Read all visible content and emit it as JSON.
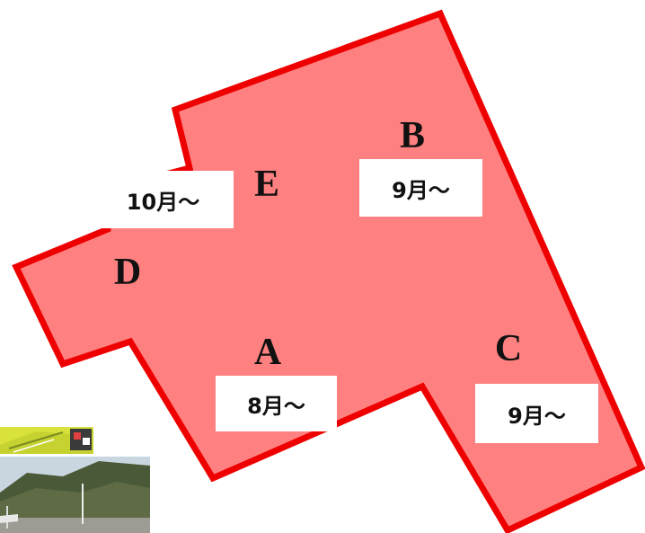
{
  "colors": {
    "area_fill": "#ff8080",
    "area_stroke": "#ee0000",
    "label_bg": "#ffffff"
  },
  "zones": [
    {
      "id": "A",
      "letter": "A",
      "start": "8月～"
    },
    {
      "id": "B",
      "letter": "B",
      "start": "9月～"
    },
    {
      "id": "C",
      "letter": "C",
      "start": "9月～"
    },
    {
      "id": "D",
      "letter": "D"
    },
    {
      "id": "E",
      "letter": "E",
      "start": "10月～"
    }
  ],
  "photos": [
    {
      "name": "construction-plan-thumbnail"
    },
    {
      "name": "mountain-site-photo"
    }
  ]
}
